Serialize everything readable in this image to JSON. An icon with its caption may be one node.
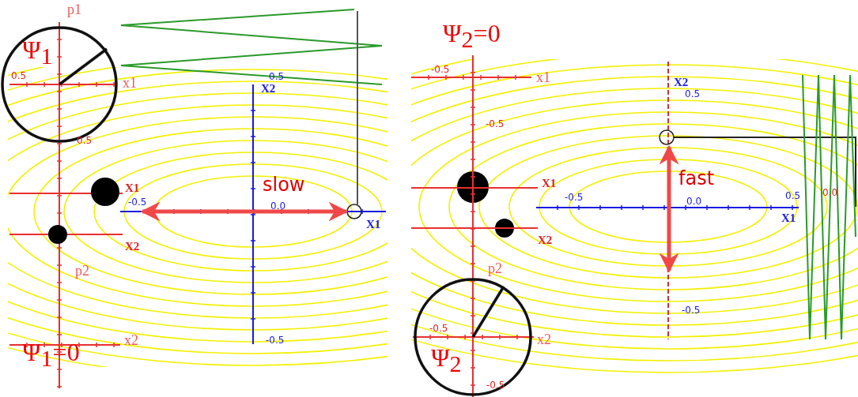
{
  "diagram": {
    "labels": [
      "p1",
      "Ψ$_{1}$",
      "0.5",
      "x1",
      "0.5",
      "0.5",
      "X2",
      "X1",
      "slow",
      "-0.5",
      "0.0",
      "X1",
      "X2",
      "p2",
      "x2",
      "-0.5",
      "Ψ$_{1}$=0",
      "Ψ$_{2}$=0",
      "-0.5",
      "x1",
      "X2",
      "0.5",
      "-0.5",
      "X1",
      "fast",
      "-0.5",
      "0.0",
      "0.5",
      "0.0",
      "X1",
      "X2",
      "p2",
      "-0.5",
      "-0.5",
      "x2",
      "Ψ$_{2}$",
      "-0.5"
    ]
  }
}
